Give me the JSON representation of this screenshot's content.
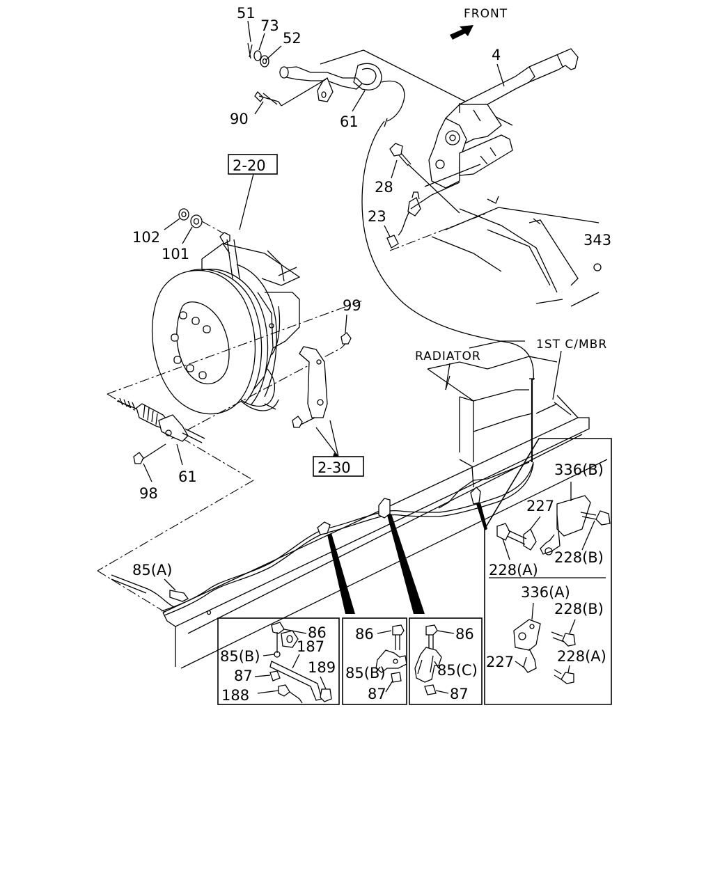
{
  "labels": {
    "front": "FRONT",
    "radiator": "RADIATOR",
    "first_cross_member": "1ST C/MBR",
    "ref_2_20": "2-20",
    "ref_2_30": "2-30"
  },
  "parts": {
    "p51": "51",
    "p73": "73",
    "p52": "52",
    "p90": "90",
    "p61_top": "61",
    "p4": "4",
    "p28": "28",
    "p23": "23",
    "p343": "343",
    "p102": "102",
    "p101": "101",
    "p99": "99",
    "p61_bottom": "61",
    "p98": "98",
    "p85a": "85(A)",
    "p336b": "336(B)",
    "p227_top": "227",
    "p228a_top": "228(A)",
    "p228b_top": "228(B)",
    "p336a": "336(A)",
    "p228b_bottom": "228(B)",
    "p227_bottom": "227",
    "p228a_bottom": "228(A)",
    "d1_86": "86",
    "d1_85b": "85(B)",
    "d1_187": "187",
    "d1_87": "87",
    "d1_189": "189",
    "d1_188": "188",
    "d2_86": "86",
    "d2_85b": "85(B)",
    "d2_87": "87",
    "d3_86": "86",
    "d3_85c": "85(C)",
    "d3_87": "87"
  }
}
